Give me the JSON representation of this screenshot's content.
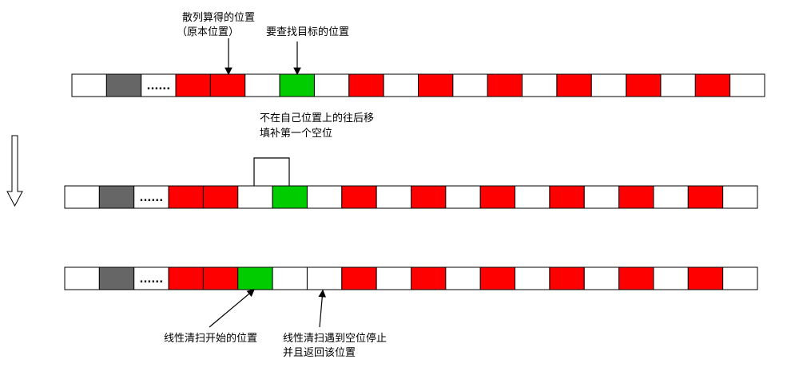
{
  "colors": {
    "empty": "#ffffff",
    "occupied": "#ff0000",
    "target": "#00cc00",
    "gray": "#666666",
    "stroke": "#000000"
  },
  "ellipsis": "......",
  "rows": [
    {
      "cells": [
        "empty",
        "gray",
        "ellipsis",
        "occupied",
        "occupied",
        "empty",
        "target",
        "empty",
        "occupied",
        "empty",
        "occupied",
        "empty",
        "occupied",
        "empty",
        "occupied",
        "empty",
        "occupied",
        "empty",
        "occupied",
        "empty"
      ]
    },
    {
      "cells": [
        "empty",
        "gray",
        "ellipsis",
        "occupied",
        "occupied",
        "empty",
        "target",
        "empty",
        "occupied",
        "empty",
        "occupied",
        "empty",
        "occupied",
        "empty",
        "occupied",
        "empty",
        "occupied",
        "empty",
        "occupied",
        "empty"
      ]
    },
    {
      "cells": [
        "empty",
        "gray",
        "ellipsis",
        "occupied",
        "occupied",
        "target",
        "empty",
        "empty",
        "occupied",
        "empty",
        "occupied",
        "empty",
        "occupied",
        "empty",
        "occupied",
        "empty",
        "occupied",
        "empty",
        "occupied",
        "empty"
      ]
    }
  ],
  "labels": {
    "hash_position_line1": "散列算得的位置",
    "hash_position_line2": "（原本位置）",
    "target_position": "要查找目标的位置",
    "move_back_line1": "不在自己位置上的往后移",
    "move_back_line2": "填补第一个空位",
    "scan_start": "线性清扫开始的位置",
    "scan_stop_line1": "线性清扫遇到空位停止",
    "scan_stop_line2": "并且返回该位置"
  }
}
